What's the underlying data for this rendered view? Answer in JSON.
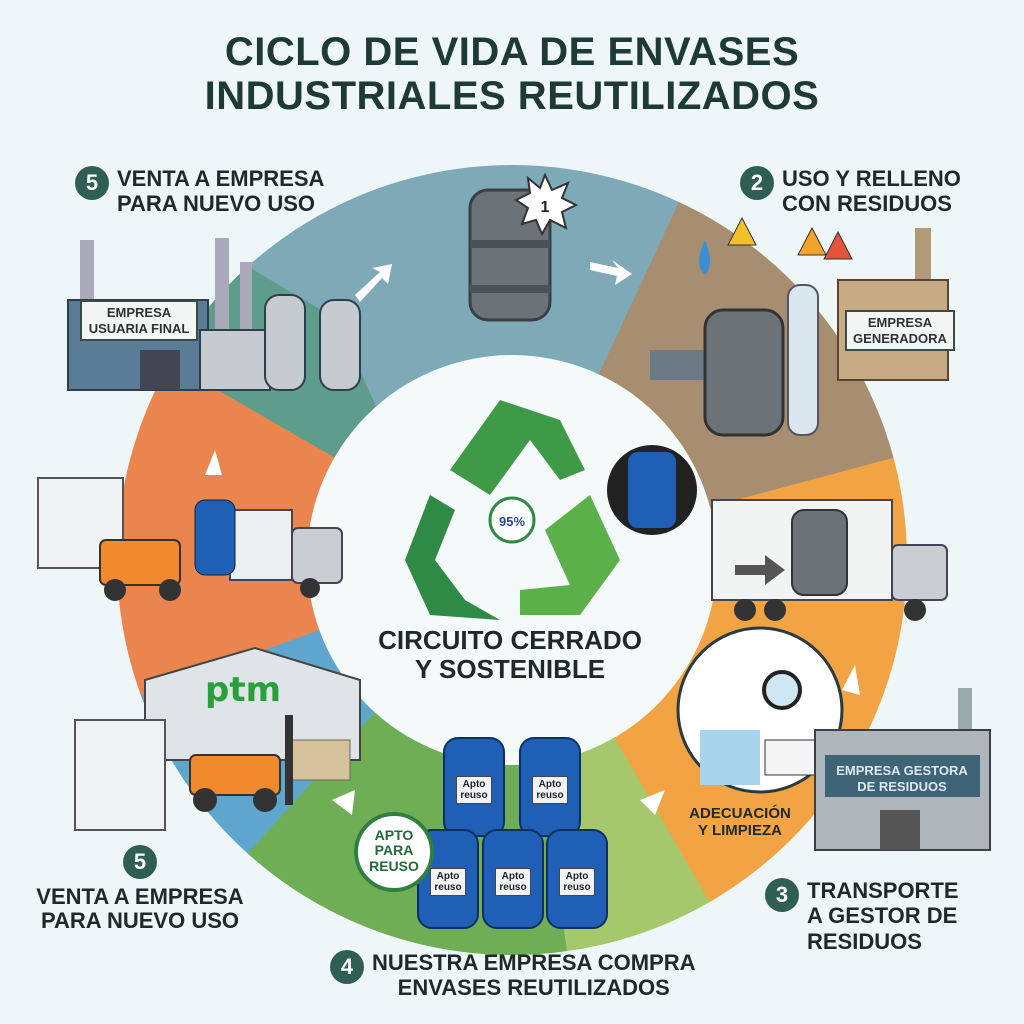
{
  "title": {
    "line1": "Ciclo de vida de envases",
    "line2": "industriales reutilizados"
  },
  "center": {
    "line1": "Circuito cerrado",
    "line2": "y sostenible",
    "badge": "95%"
  },
  "steps": [
    {
      "number": "1",
      "label": ""
    },
    {
      "number": "2",
      "line1": "Uso y relleno",
      "line2": "con residuos",
      "sign": "Empresa Generadora"
    },
    {
      "number": "3",
      "line1": "Transporte",
      "line2": "a gestor de",
      "line3": "residuos",
      "sign": "Empresa Gestora de Residuos",
      "sub1": "Adecuación",
      "sub2": "y limpieza"
    },
    {
      "number": "4",
      "line1": "Nuestra empresa compra",
      "line2": "envases reutilizados",
      "badge1": "Apto",
      "badge2": "para",
      "badge3": "reuso",
      "barrel_label": "Apto reuso"
    },
    {
      "number": "5",
      "line1": "Venta a empresa",
      "line2": "para nuevo uso",
      "warehouse": "ptm"
    },
    {
      "number": "5",
      "line1": "Venta a empresa",
      "line2": "para nuevo uso",
      "sign": "Empresa Usuaria Final"
    }
  ],
  "colors": {
    "background": "#eef6f8",
    "accent": "#2f5e55"
  }
}
